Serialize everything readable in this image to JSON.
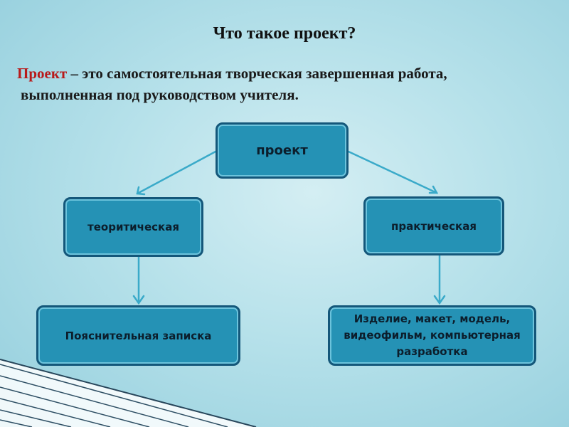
{
  "slide": {
    "title": "Что такое проект?",
    "definition": {
      "term": "Проект",
      "line1_rest": " – это самостоятельная творческая завершенная работа,",
      "line2": "выполненная под руководством учителя."
    }
  },
  "diagram": {
    "root": "проект",
    "theoretical": "теоритическая",
    "practical": "практическая",
    "explanatory_note": "Пояснительная записка",
    "product": "Изделие, макет, модель, видеофильм, компьютерная разработка"
  },
  "colors": {
    "box_fill": "#2592b5",
    "box_border": "#14577a",
    "connector": "#3aaac9",
    "term": "#b81a1a"
  }
}
